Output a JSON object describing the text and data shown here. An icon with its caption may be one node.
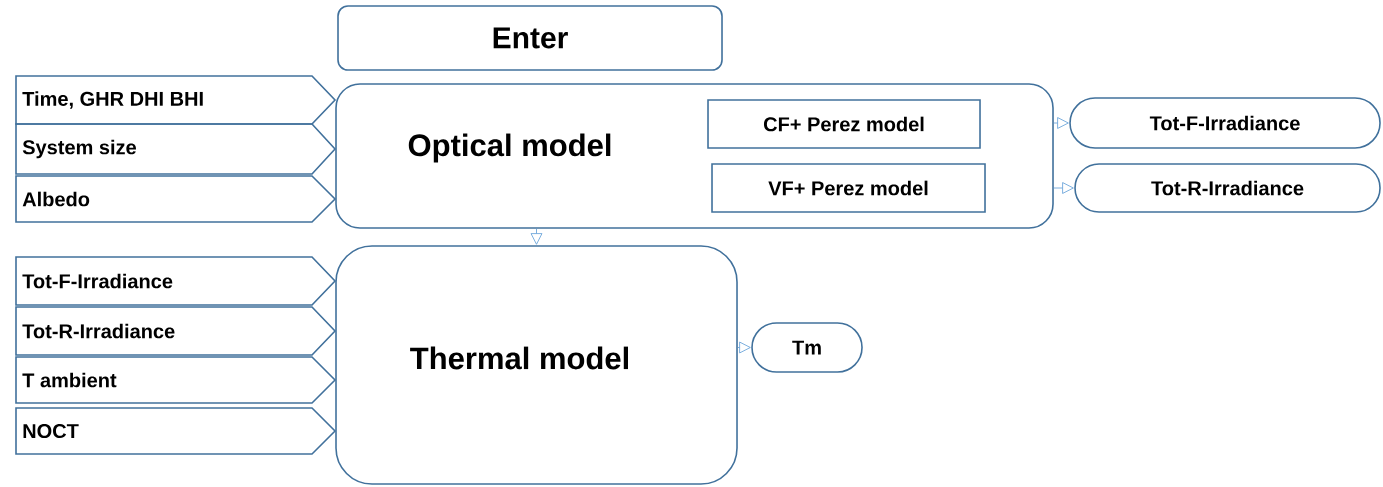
{
  "diagram": {
    "nodes": [
      {
        "text": [
          "Enter"
        ]
      },
      {
        "text": [
          "Time, GHR DHI BHI"
        ]
      },
      {
        "text": [
          "System size"
        ]
      },
      {
        "text": [
          "Albedo"
        ]
      },
      {
        "text": [
          "Optical model"
        ]
      },
      {
        "text": [
          "CF+ Perez model"
        ],
        "in": 4
      },
      {
        "text": [
          "VF+ Perez model"
        ],
        "in": 4
      },
      {
        "text": [
          "Tot-F-Irradiance"
        ]
      },
      {
        "text": [
          "Tot-R-Irradiance"
        ]
      },
      {
        "text": [
          "Tot-F-Irradiance"
        ]
      },
      {
        "text": [
          "Tot-R-Irradiance"
        ]
      },
      {
        "text": [
          "T ambient"
        ]
      },
      {
        "text": [
          "NOCT"
        ]
      },
      {
        "text": [
          "Thermal model"
        ]
      },
      {
        "text": [
          "Tm"
        ]
      }
    ],
    "edges": [
      {
        "from": 4,
        "to": 7,
        "arrow": "to"
      },
      {
        "from": 4,
        "to": 8,
        "arrow": "to"
      },
      {
        "from": 4,
        "to": 13,
        "arrow": "to"
      },
      {
        "from": 13,
        "to": 14,
        "arrow": "to"
      }
    ]
  }
}
